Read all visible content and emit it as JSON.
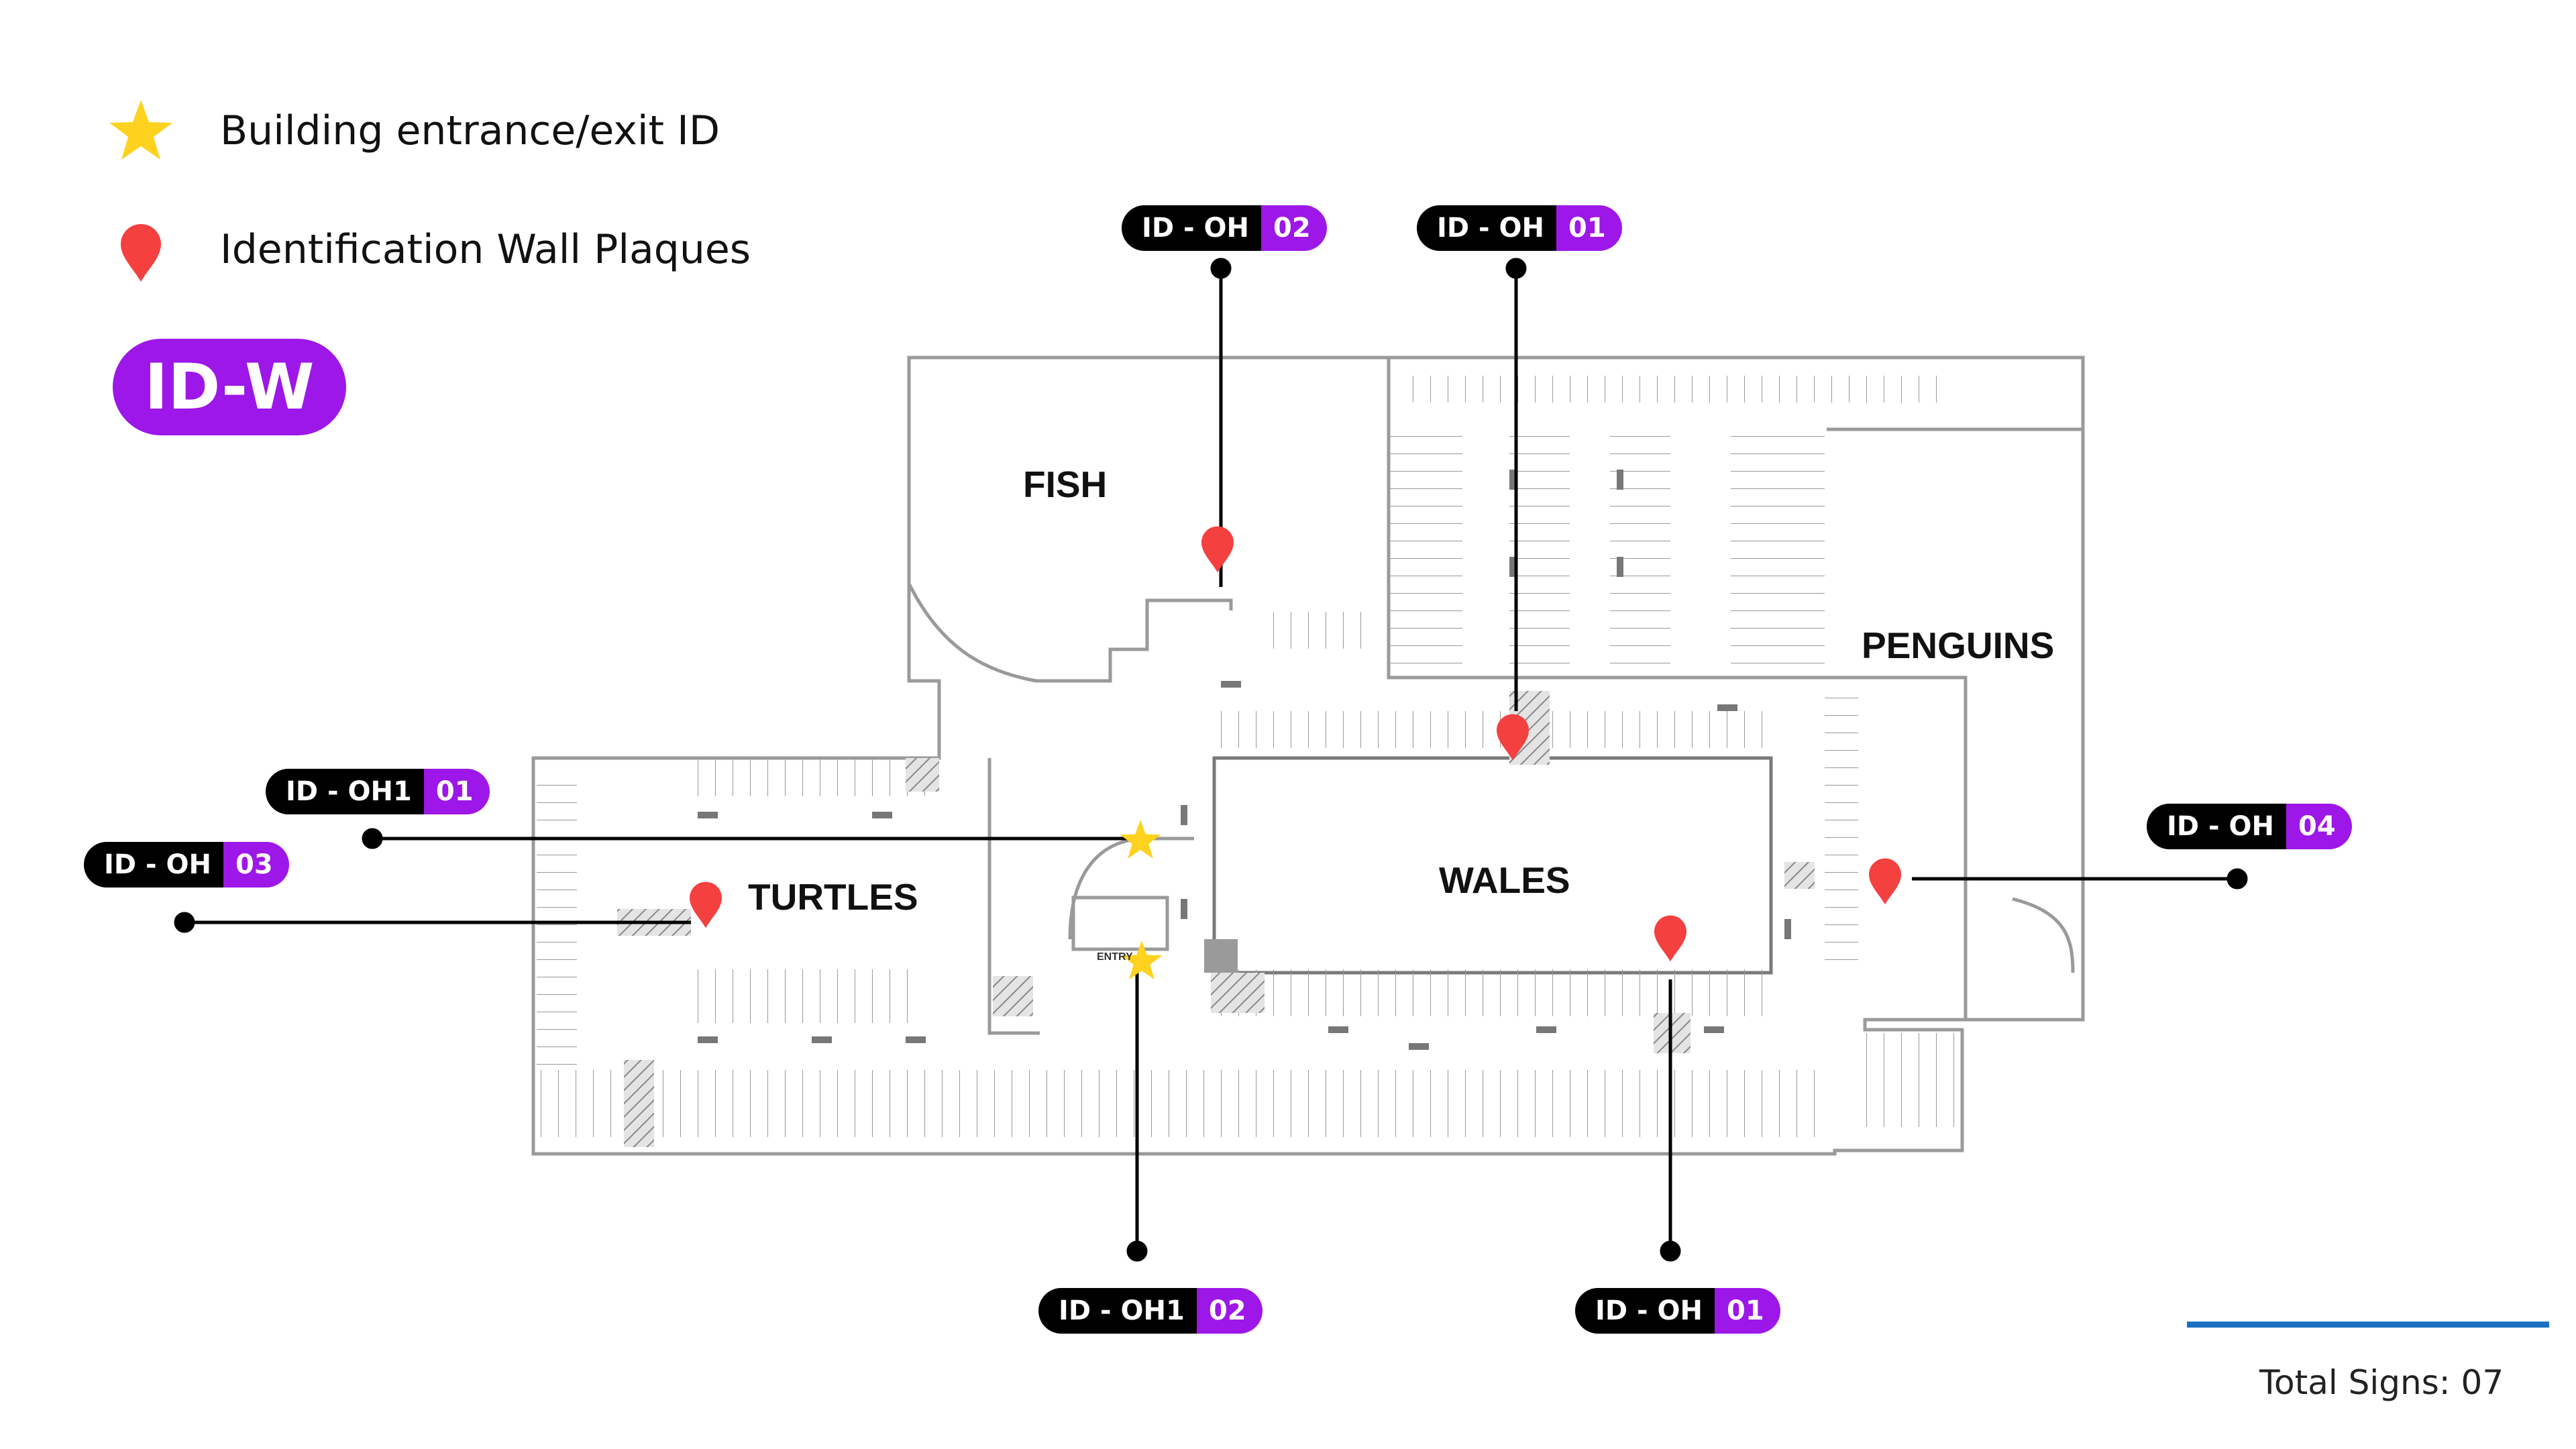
{
  "legend": {
    "entrance_label": "Building entrance/exit ID",
    "plaque_label": "Identification Wall Plaques",
    "entrance_icon": "star-icon",
    "plaque_icon": "map-pin-icon"
  },
  "code_badge": "ID-W",
  "areas": {
    "fish": "FISH",
    "penguins": "PENGUINS",
    "turtles": "TURTLES",
    "wales": "WALES"
  },
  "floor_text": {
    "entry": "ENTRY"
  },
  "signs": [
    {
      "code": "ID - OH",
      "num": "02"
    },
    {
      "code": "ID - OH",
      "num": "01"
    },
    {
      "code": "ID - OH1",
      "num": "01"
    },
    {
      "code": "ID - OH",
      "num": "03"
    },
    {
      "code": "ID - OH",
      "num": "04"
    },
    {
      "code": "ID - OH1",
      "num": "02"
    },
    {
      "code": "ID - OH",
      "num": "01"
    }
  ],
  "total": "Total Signs: 07",
  "colors": {
    "accent": "#9d17e8",
    "pin": "#f4403f",
    "star": "#ffd21f",
    "rule": "#1b6fc2"
  }
}
